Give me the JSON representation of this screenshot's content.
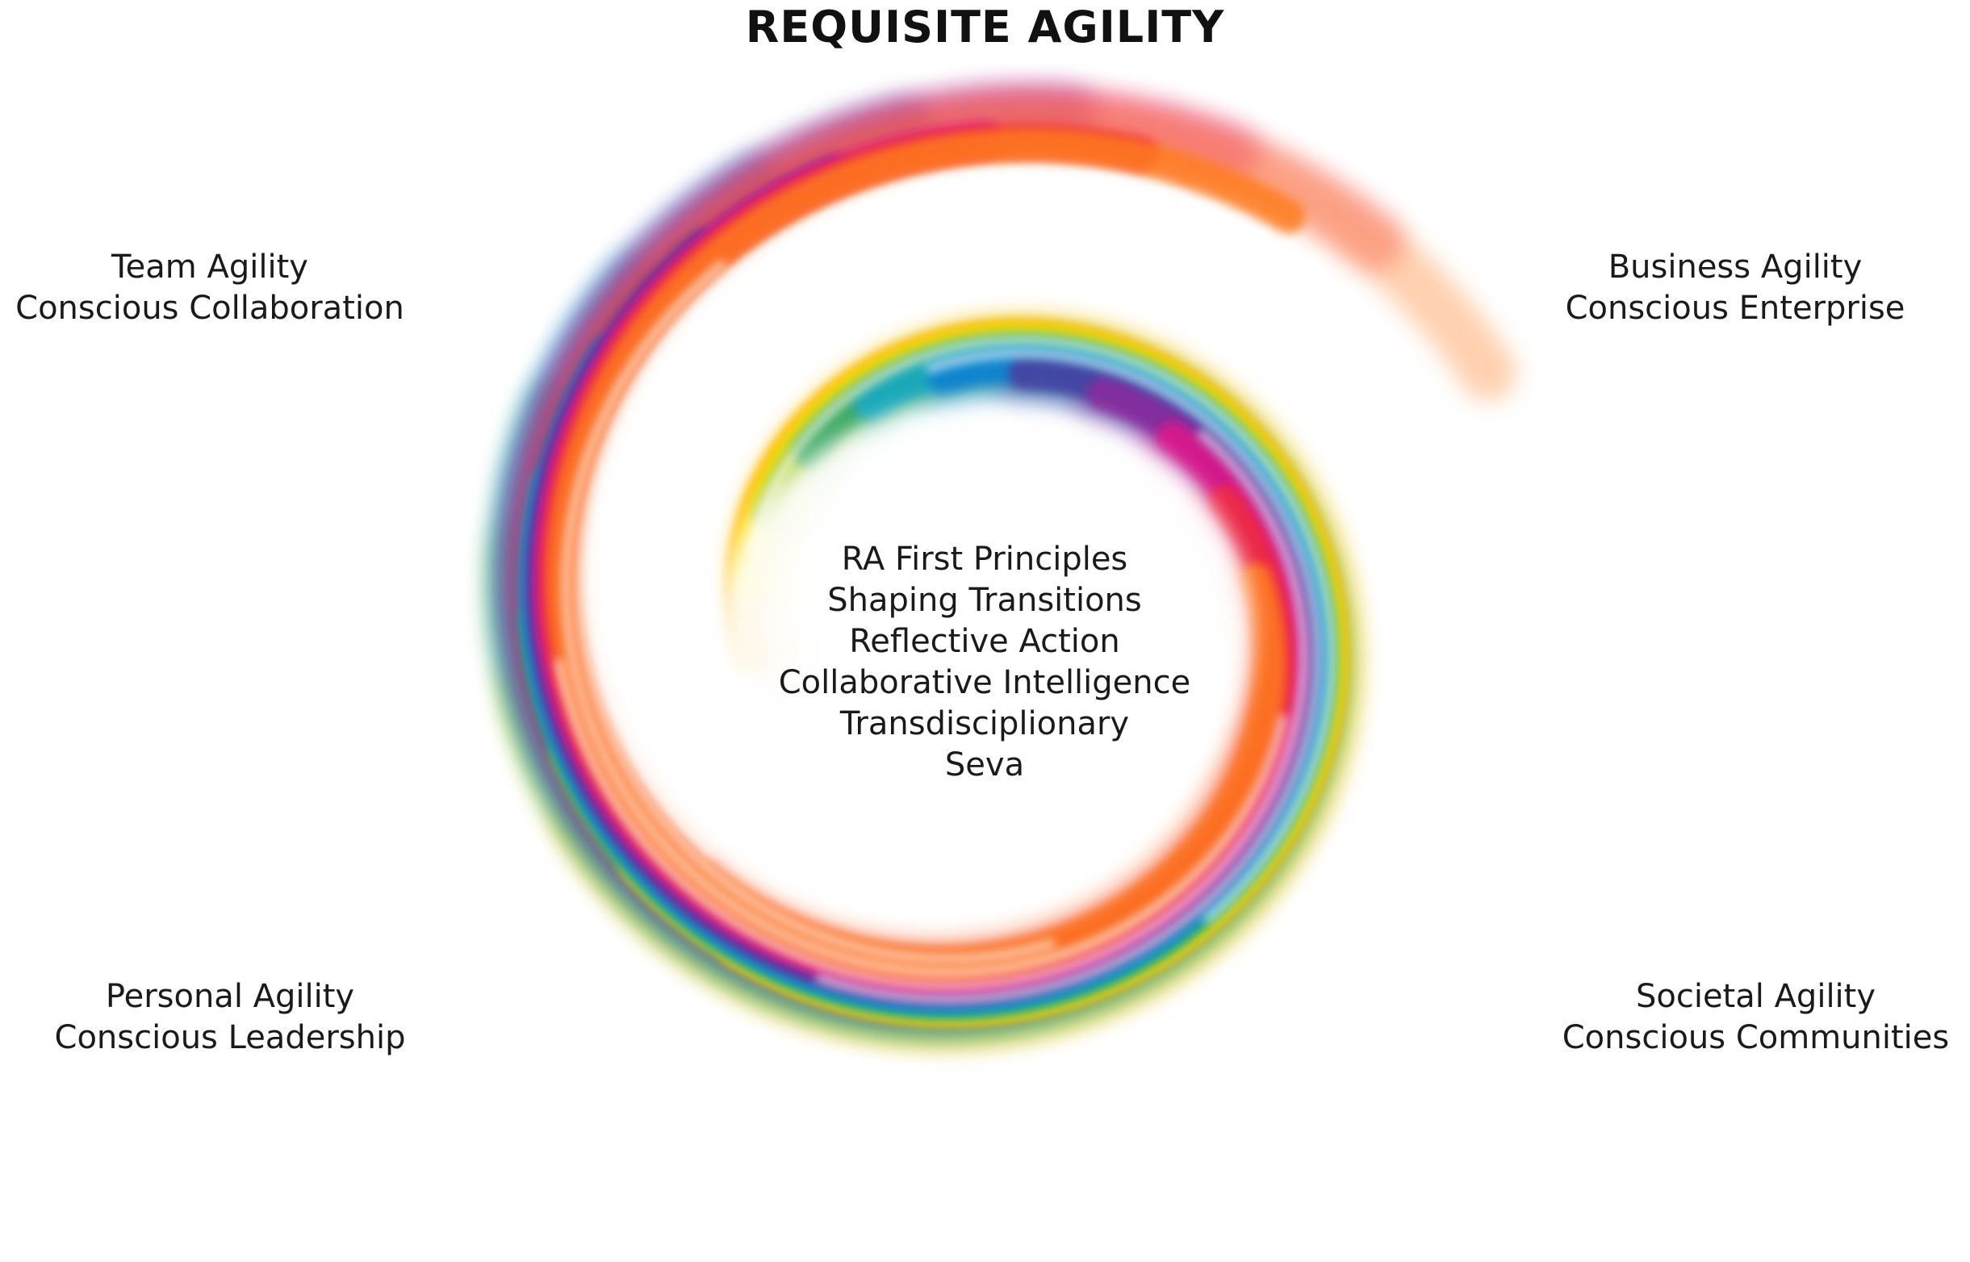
{
  "title": "REQUISITE AGILITY",
  "quadrants": {
    "team": {
      "line1": "Team Agility",
      "line2": "Conscious Collaboration"
    },
    "business": {
      "line1": "Business Agility",
      "line2": "Conscious Enterprise"
    },
    "personal": {
      "line1": "Personal Agility",
      "line2": "Conscious Leadership"
    },
    "societal": {
      "line1": "Societal Agility",
      "line2": "Conscious Communities"
    }
  },
  "center": {
    "items": [
      "RA First Principles",
      "Shaping Transitions",
      "Reflective Action",
      "Collaborative Intelligence",
      "Transdisciplionary",
      "Seva"
    ]
  },
  "swirl_colors": [
    "#ffb000",
    "#ffe600",
    "#9ccc3c",
    "#2ba36b",
    "#19a9c8",
    "#0d7fd1",
    "#4b3c9e",
    "#8e2a9e",
    "#e0168a",
    "#f02a3c",
    "#ff7a1a"
  ]
}
